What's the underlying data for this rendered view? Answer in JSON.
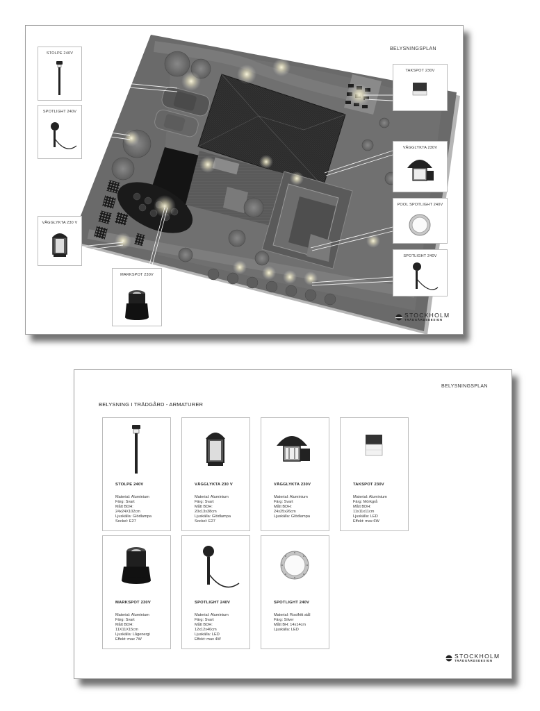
{
  "sheet1": {
    "title": "BELYSNINGSPLAN",
    "callouts": {
      "stolpe": "STOLPE 240V",
      "spotlight_left": "SPOTLIGHT 240V",
      "vagglykta_left": "VÄGGLYKTA 230 V",
      "markspot": "MARKSPOT 230V",
      "takspot": "TAKSPOT 230V",
      "vagglykta_right": "VÄGGLYKTA 230V",
      "pool_spotlight": "POOL SPOTLIGHT 240V",
      "spotlight_right": "SPOTLIGHT 240V"
    },
    "logo": {
      "main": "STOCKHOLM",
      "sub": "TRÄDGÅRDSDESIGN"
    }
  },
  "sheet2": {
    "title": "BELYSNINGSPLAN",
    "section_title": "BELYSNING I TRÄDGÅRD - ARMATURER",
    "cards": [
      {
        "name": "STOLPE 240V",
        "icon": "post-lamp-icon",
        "specs": [
          "Material: Aluminium",
          "Färg: Svart",
          "Mått BDH:",
          "24x24X102cm",
          "Ljuskälla: Glödlampa",
          "Sockel: E27"
        ]
      },
      {
        "name": "VÄGGLYKTA 230 V",
        "icon": "wall-lantern-icon",
        "specs": [
          "Material: Aluminium",
          "Färg: Svart",
          "Mått BDH:",
          "20x13x38cm",
          "Ljuskälla: Glödlampa",
          "Sockel: E27"
        ]
      },
      {
        "name": "VÄGGLYKTA 230V",
        "icon": "wall-lamp-dome-icon",
        "specs": [
          "Material: Aluminium",
          "Färg: Svart",
          "Mått BDH:",
          "24x25x26cm",
          "Ljuskälla: Glödlampa"
        ]
      },
      {
        "name": "TAKSPOT 230V",
        "icon": "ceiling-spot-icon",
        "specs": [
          "Material: Aluminium",
          "Färg: Mörkgrå",
          "Mått BDH:",
          "11x11x11cm",
          "Ljuskälla: LED",
          "Effekt: max 6W"
        ]
      },
      {
        "name": "MARKSPOT 230V",
        "icon": "ground-spot-icon",
        "specs": [
          "Material: Aluminium",
          "Färg: Svart",
          "Mått BDH:",
          "11X11X15cm",
          "Ljuskälla: Lågenergi",
          "Effekt: max 7W"
        ]
      },
      {
        "name": "SPOTLIGHT 240V",
        "icon": "spike-spotlight-icon",
        "specs": [
          "Material: Aluminium",
          "Färg: Svart",
          "Mått BDH:",
          "12x12x40cm",
          "Ljuskälla: LED",
          "Effekt: max 4W"
        ]
      },
      {
        "name": "SPOTLIGHT 240V",
        "icon": "pool-light-icon",
        "specs": [
          "Material: Rostfritt stål",
          "Färg: Silver",
          "Mått BH: 14x14cm",
          "Ljuskälla: LED"
        ]
      }
    ],
    "logo": {
      "main": "STOCKHOLM",
      "sub": "TRÄDGÅRDSDESIGN"
    }
  }
}
